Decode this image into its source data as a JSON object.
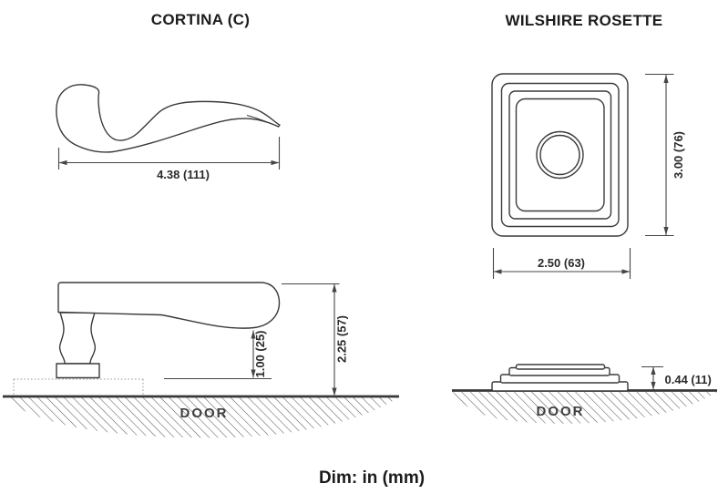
{
  "cortina": {
    "title": "CORTINA (C)",
    "length_dim": "4.38 (111)",
    "grip_height_dim": "1.00 (25)",
    "overall_height_dim": "2.25 (57)",
    "door_label": "DOOR"
  },
  "wilshire": {
    "title": "WILSHIRE ROSETTE",
    "height_dim": "3.00 (76)",
    "width_dim": "2.50 (63)",
    "projection_dim": "0.44 (11)",
    "door_label": "DOOR"
  },
  "footer": {
    "units_label": "Dim: in (mm)"
  },
  "colors": {
    "line": "#3a3a3a",
    "dim_line": "#454545",
    "text": "#1c1c1c",
    "hatch": "#565656",
    "background": "#ffffff"
  }
}
